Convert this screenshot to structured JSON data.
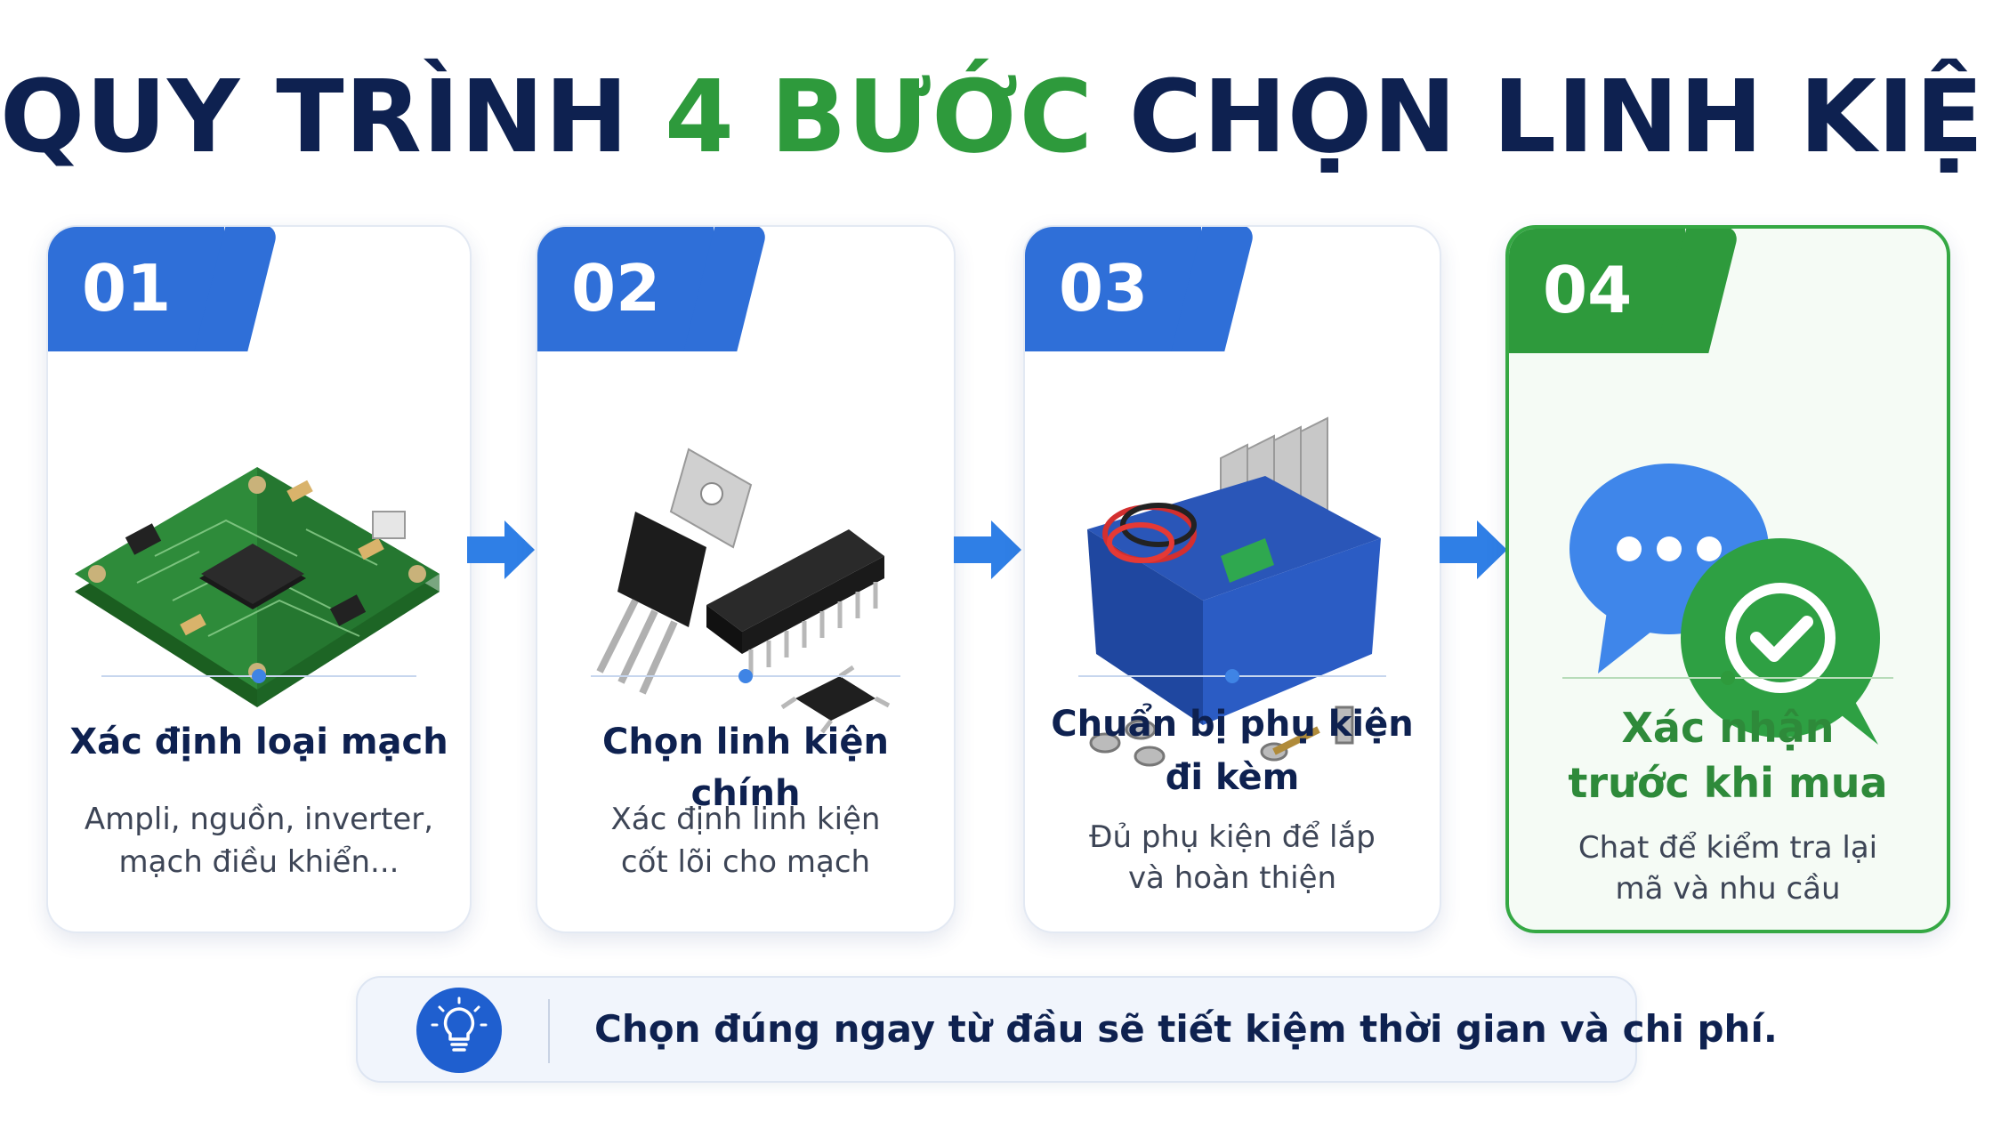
{
  "title": {
    "part1": "QUY TRÌNH",
    "highlight": "4 BƯỚC",
    "part2": "CHỌN LINH KIỆN"
  },
  "colors": {
    "navy": "#0e2150",
    "green": "#2e9a3c",
    "blue": "#2f6fd8"
  },
  "steps": [
    {
      "number": "01",
      "title": "Xác định loại mạch",
      "desc_line1": "Ampli, nguồn, inverter,",
      "desc_line2": "mạch điều khiển...",
      "icon": "circuit-board-icon"
    },
    {
      "number": "02",
      "title": "Chọn linh kiện chính",
      "desc_line1": "Xác định linh kiện",
      "desc_line2": "cốt lõi cho mạch",
      "icon": "transistor-ic-chip-icon"
    },
    {
      "number": "03",
      "title_line1": "Chuẩn bị phụ kiện",
      "title_line2": "đi kèm",
      "desc_line1": "Đủ phụ kiện để lắp",
      "desc_line2": "và hoàn thiện",
      "icon": "accessory-box-icon"
    },
    {
      "number": "04",
      "title_line1": "Xác nhận",
      "title_line2": "trước khi mua",
      "desc_line1": "Chat để kiểm tra lại",
      "desc_line2": "mã và nhu cầu",
      "icon": "chat-check-icon"
    }
  ],
  "tip": {
    "icon": "lightbulb-icon",
    "text": "Chọn đúng ngay từ đầu sẽ tiết kiệm thời gian và chi phí."
  }
}
